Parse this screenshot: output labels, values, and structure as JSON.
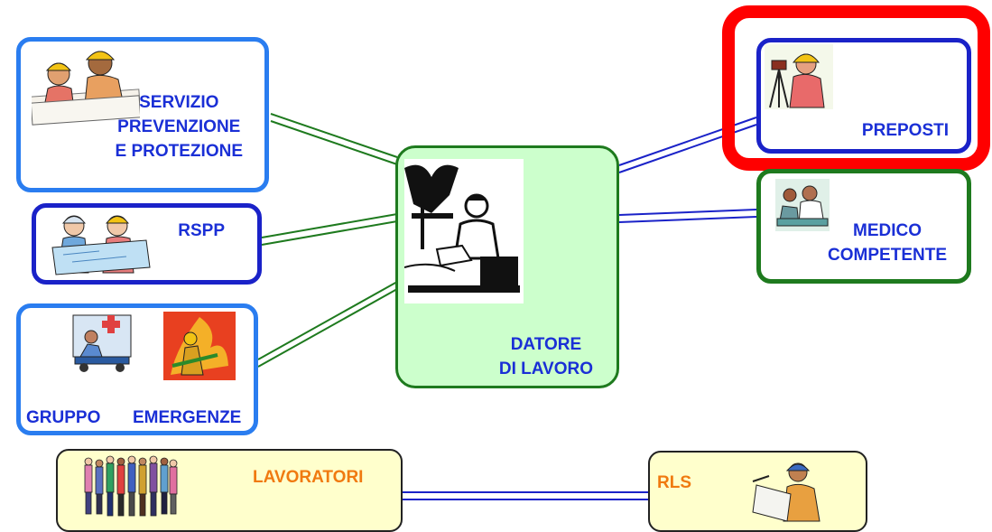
{
  "nodes": {
    "spp": {
      "lines": [
        "SERVIZIO",
        "PREVENZIONE",
        "E PROTEZIONE"
      ],
      "illustration": "workers-reading-plans-icon"
    },
    "rspp": {
      "label": "RSPP",
      "illustration": "workers-with-map-icon"
    },
    "gruppo": {
      "label_left": "GRUPPO",
      "label_right": "EMERGENZE",
      "illustrations": [
        "ambulance-icon",
        "firefighter-icon"
      ]
    },
    "datore": {
      "lines": [
        "DATORE",
        "DI LAVORO"
      ],
      "illustration": "man-at-computer-icon"
    },
    "preposti": {
      "label": "PREPOSTI",
      "illustration": "surveyor-icon"
    },
    "medico": {
      "lines": [
        "MEDICO",
        "COMPETENTE"
      ],
      "illustration": "doctor-icon"
    },
    "lavoratori": {
      "label": "LAVORATORI",
      "illustration": "people-group-icon"
    },
    "rls": {
      "label": "RLS",
      "illustration": "worker-with-paper-icon"
    }
  },
  "colors": {
    "blue_border": "#2a7df0",
    "dark_blue_border": "#1a22c8",
    "green_border": "#1e7a1e",
    "green_fill": "#ccffcc",
    "yellow_fill": "#ffffcc",
    "highlight_red": "#ff0000",
    "label_blue": "#1a2fd6",
    "label_orange": "#f07a10"
  }
}
